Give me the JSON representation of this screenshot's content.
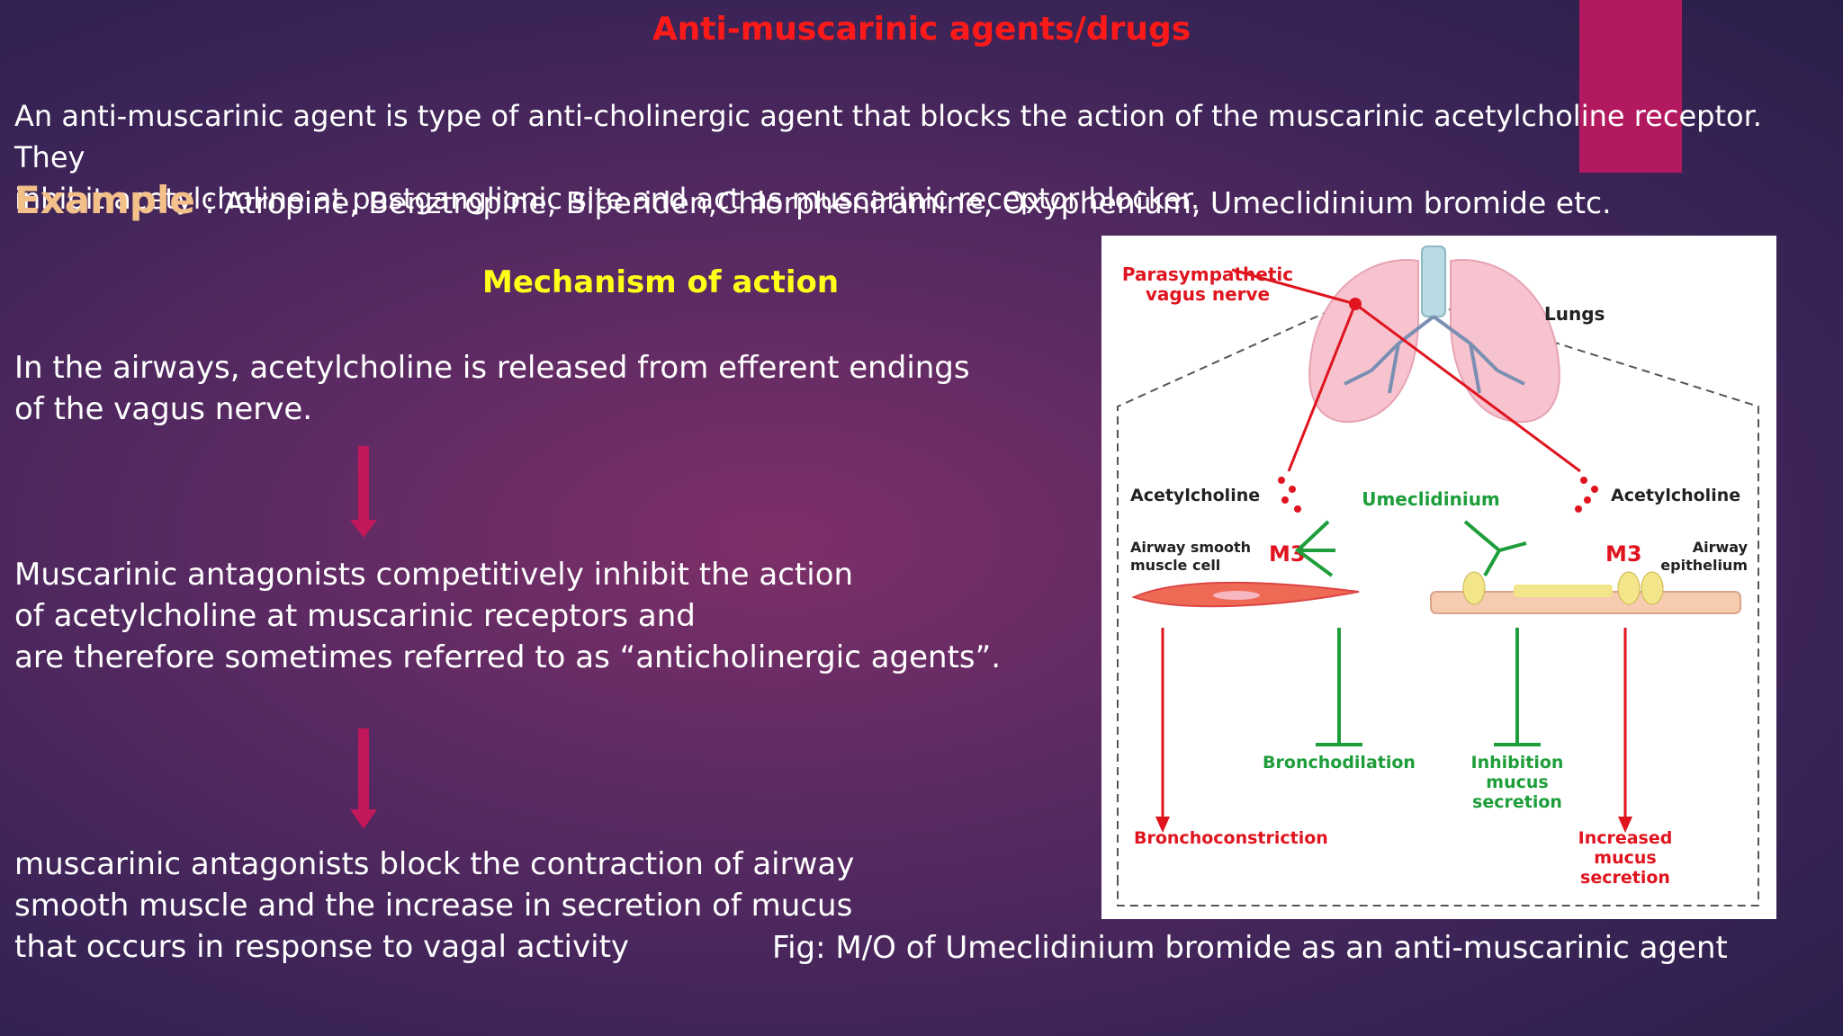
{
  "slide": {
    "title": "Anti-muscarinic agents/drugs",
    "intro_line1": "An anti-muscarinic agent is type of anti-cholinergic agent that blocks the action of the muscarinic acetylcholine receptor. They",
    "intro_line2": "inhibit acetylcholine at postganglionic site and act as muscarinic receptor blocker.",
    "example_label": "Example",
    "example_sep": ":",
    "example_text": "Atropine, Benztropine, Biperiden,Chlorpheniramine, Oxyphenium, Umeclidinium bromide etc.",
    "mechanism_heading": "Mechanism of action",
    "para1": [
      "In the airways, acetylcholine is released from efferent endings",
      "of the vagus nerve."
    ],
    "para2": [
      "Muscarinic antagonists competitively inhibit the action",
      "of acetylcholine at muscarinic receptors and",
      "are therefore sometimes referred to as “anticholinergic agents”."
    ],
    "para3": [
      "muscarinic antagonists block the contraction of airway",
      "smooth muscle and the increase in secretion of mucus",
      "that occurs in response to vagal activity"
    ],
    "caption": "Fig: M/O of Umeclidinium bromide as an anti-muscarinic agent"
  },
  "figure": {
    "nerve_label": [
      "Parasympathetic",
      "vagus nerve"
    ],
    "lungs_label": "Lungs",
    "ach_left": "Acetylcholine",
    "ach_right": "Acetylcholine",
    "drug": "Umeclidinium",
    "smooth_muscle": [
      "Airway smooth",
      "muscle cell"
    ],
    "epithelium": [
      "Airway",
      "epithelium"
    ],
    "m3_left": "M3",
    "m3_right": "M3",
    "bronchodilation": "Bronchodilation",
    "inhibition": [
      "Inhibition",
      "mucus",
      "secretion"
    ],
    "bronchoconstriction": "Bronchoconstriction",
    "increased": [
      "Increased",
      "mucus",
      "secretion"
    ]
  },
  "colors": {
    "title": "#ff1a1a",
    "heading": "#ffff1a",
    "example_label": "#f4c08a",
    "accent_bar": "#b3195f",
    "fig_red": "#e0141e",
    "fig_green": "#1e9e3a"
  }
}
